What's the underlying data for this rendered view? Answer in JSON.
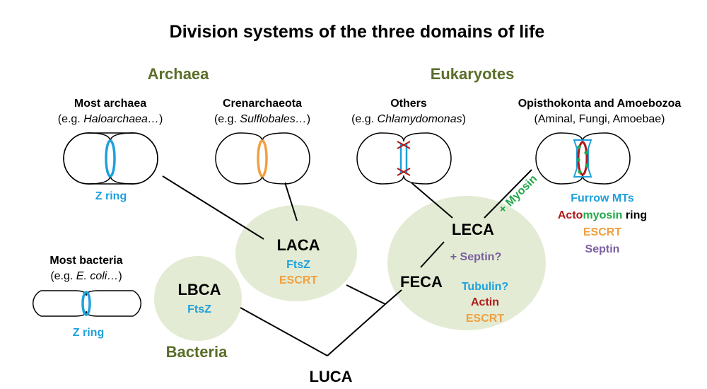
{
  "title": "Division systems of the three domains of life",
  "colors": {
    "domain_label": "#5a6e2a",
    "blob_fill": "#e3ebd4",
    "ftsz_blue": "#1ea0dc",
    "escrt_orange": "#f0a040",
    "actin_red": "#b01818",
    "myosin_green": "#22a84a",
    "septin_purple": "#7a5fa0",
    "black": "#000000"
  },
  "domains": {
    "archaea": "Archaea",
    "eukaryotes": "Eukaryotes",
    "bacteria": "Bacteria"
  },
  "groups": {
    "most_archaea": {
      "name": "Most archaea",
      "example_prefix": "(e.g. ",
      "example": "Haloarchaea…",
      "example_suffix": ")",
      "ring_label": "Z ring"
    },
    "crenarchaeota": {
      "name": "Crenarchaeota",
      "example_prefix": "(e.g. ",
      "example": "Sulflobales…",
      "example_suffix": ")"
    },
    "others": {
      "name": "Others",
      "example_prefix": "(e.g. ",
      "example": "Chlamydomonas",
      "example_suffix": ")"
    },
    "opisthokonta": {
      "name": "Opisthokonta and Amoebozoa",
      "example": "(Aminal, Fungi, Amoebae)"
    },
    "most_bacteria": {
      "name": "Most bacteria",
      "example_prefix": "(e.g. ",
      "example": "E. coli…",
      "example_suffix": ")",
      "ring_label": "Z ring"
    }
  },
  "machinery": {
    "furrow_mts": "Furrow MTs",
    "acto": "Acto",
    "myosin": "myosin",
    "ring": " ring",
    "escrt": "ESCRT",
    "septin": "Septin"
  },
  "ancestors": {
    "laca": {
      "name": "LACA",
      "items": [
        "FtsZ",
        "ESCRT"
      ]
    },
    "lbca": {
      "name": "LBCA",
      "items": [
        "FtsZ"
      ]
    },
    "leca": {
      "name": "LECA"
    },
    "feca": {
      "name": "FECA",
      "items": [
        "Tubulin?",
        "Actin",
        "ESCRT"
      ]
    },
    "luca": {
      "name": "LUCA"
    }
  },
  "annotations": {
    "plus_myosin": "+ Myosin",
    "plus_septin": "+ Septin?"
  }
}
